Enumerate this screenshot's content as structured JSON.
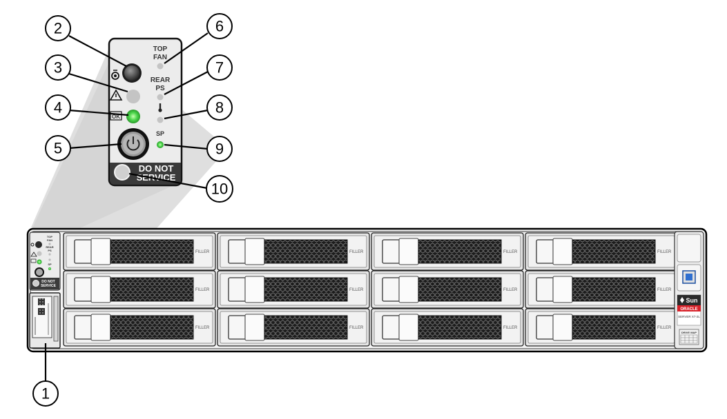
{
  "callouts": [
    {
      "num": "1",
      "target": "id-pull-tab"
    },
    {
      "num": "2",
      "target": "locator-button"
    },
    {
      "num": "3",
      "target": "service-required-led"
    },
    {
      "num": "4",
      "target": "ok-power-led"
    },
    {
      "num": "5",
      "target": "power-button"
    },
    {
      "num": "6",
      "target": "top-fan-led"
    },
    {
      "num": "7",
      "target": "rear-ps-led"
    },
    {
      "num": "8",
      "target": "temperature-led"
    },
    {
      "num": "9",
      "target": "sp-led"
    },
    {
      "num": "10",
      "target": "do-not-service-led"
    }
  ],
  "panel": {
    "top_fan_line1": "TOP",
    "top_fan_line2": "FAN",
    "rear_ps_line1": "REAR",
    "rear_ps_line2": "PS",
    "ok_label": "OK",
    "sp_label": "SP",
    "do_not_line1": "DO NOT",
    "do_not_line2": "SERVICE"
  },
  "drive_bay": {
    "filler_label": "FILLER",
    "rows": 3,
    "columns": 4
  },
  "brand": {
    "sun_label": "Sun",
    "oracle_label": "ORACLE",
    "model_label": "SERVER X7-2L",
    "drive_map_label": "DRIVE MAP"
  },
  "colors": {
    "led_green": "#4cd64c",
    "led_grey": "#c4c4c4",
    "oracle_red": "#d8222a",
    "chassis_outline": "#000000",
    "drive_face": "#eeeeee"
  }
}
